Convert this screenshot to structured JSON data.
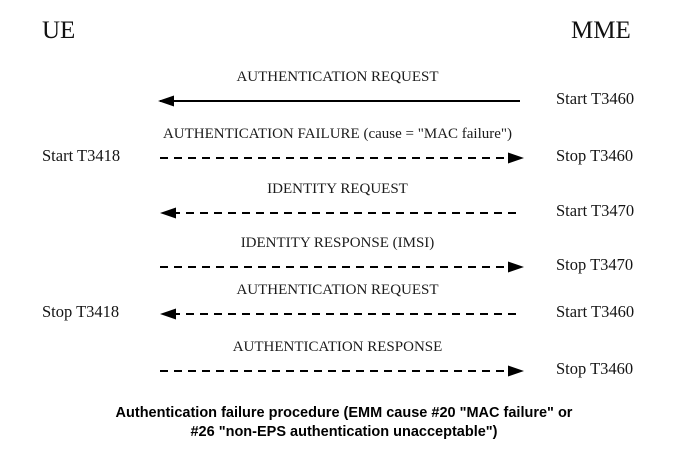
{
  "diagram": {
    "type": "sequence-diagram",
    "actors": [
      {
        "id": "ue",
        "label": "UE"
      },
      {
        "id": "mme",
        "label": "MME"
      }
    ],
    "messages": [
      {
        "label": "AUTHENTICATION REQUEST",
        "direction": "left",
        "style": "solid",
        "from": "mme",
        "to": "ue",
        "right_timer": "Start T3460",
        "left_timer": ""
      },
      {
        "label": "AUTHENTICATION FAILURE (cause = \"MAC failure\")",
        "direction": "right",
        "style": "dashed",
        "from": "ue",
        "to": "mme",
        "right_timer": "Stop T3460",
        "left_timer": "Start T3418"
      },
      {
        "label": "IDENTITY REQUEST",
        "direction": "left",
        "style": "dashed",
        "from": "mme",
        "to": "ue",
        "right_timer": "Start T3470",
        "left_timer": ""
      },
      {
        "label": "IDENTITY RESPONSE (IMSI)",
        "direction": "right",
        "style": "dashed",
        "from": "ue",
        "to": "mme",
        "right_timer": "Stop T3470",
        "left_timer": ""
      },
      {
        "label": "AUTHENTICATION REQUEST",
        "direction": "left",
        "style": "dashed",
        "from": "mme",
        "to": "ue",
        "right_timer": "Start T3460",
        "left_timer": "Stop T3418"
      },
      {
        "label": "AUTHENTICATION RESPONSE",
        "direction": "right",
        "style": "dashed",
        "from": "ue",
        "to": "mme",
        "right_timer": "Stop T3460",
        "left_timer": ""
      }
    ],
    "caption": {
      "line1": "Authentication failure procedure (EMM cause #20 \"MAC failure\" or",
      "line2": "#26 \"non-EPS authentication unacceptable\")"
    },
    "colors": {
      "background": "#ffffff",
      "ink": "#000000",
      "text": "#1a1a1a"
    }
  }
}
